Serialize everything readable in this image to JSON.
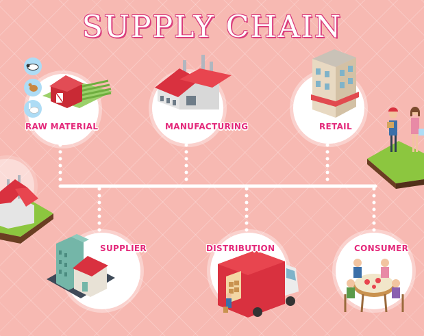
{
  "title": "SUPPLY CHAIN",
  "stages": {
    "raw_material": "RAW MATERIAL",
    "manufacturing": "MANUFACTURING",
    "retail": "RETAIL",
    "supplier": "SUPPLIER",
    "distribution": "DISTRIBUTION",
    "consumer": "CONSUMER"
  },
  "colors": {
    "background": "#f7b9b2",
    "title_outline": "#d93d7c",
    "label": "#e3287a",
    "connector": "#ffffff",
    "roof_red": "#d9313f",
    "grass": "#8cc63f"
  }
}
